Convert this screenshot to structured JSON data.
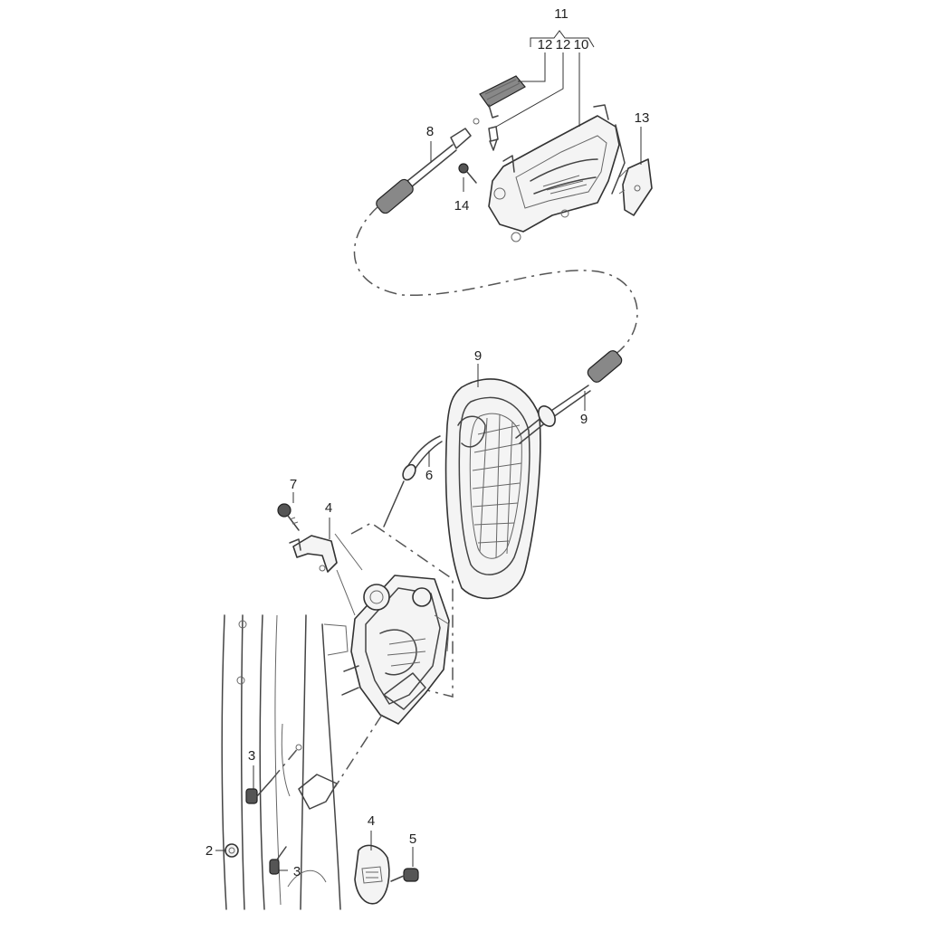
{
  "diagram": {
    "callouts": {
      "c11": "11",
      "c12a": "12",
      "c12b": "12",
      "c10": "10",
      "c13": "13",
      "c8": "8",
      "c14": "14",
      "c9top": "9",
      "c9cable": "9",
      "c6": "6",
      "c7": "7",
      "c4top": "4",
      "c3top": "3",
      "c2": "2",
      "c3bot": "3",
      "c4bot": "4",
      "c5": "5"
    }
  }
}
